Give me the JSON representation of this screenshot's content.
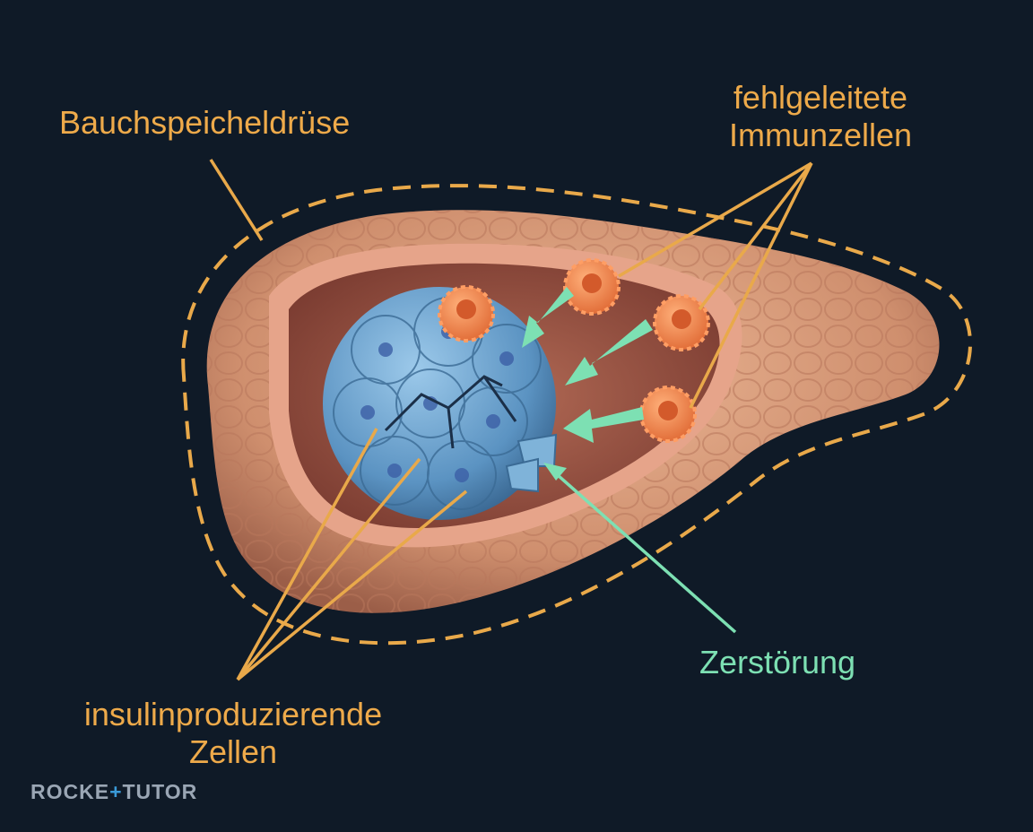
{
  "labels": {
    "pancreas": "Bauchspeicheldrüse",
    "immune_line1": "fehlgeleitete",
    "immune_line2": "Immunzellen",
    "destruction": "Zerstörung",
    "insulin_line1": "insulinproduzierende",
    "insulin_line2": "Zellen"
  },
  "brand": {
    "part1": "ROCKE",
    "plus": "+",
    "part2": "TUTOR"
  },
  "colors": {
    "background": "#0f1a27",
    "label_orange": "#eeaa4a",
    "label_green": "#7de0b3",
    "pancreas_tissue": "#d79a7a",
    "islet_cells": "#6aa3cf",
    "immune_cells": "#f08a55"
  }
}
